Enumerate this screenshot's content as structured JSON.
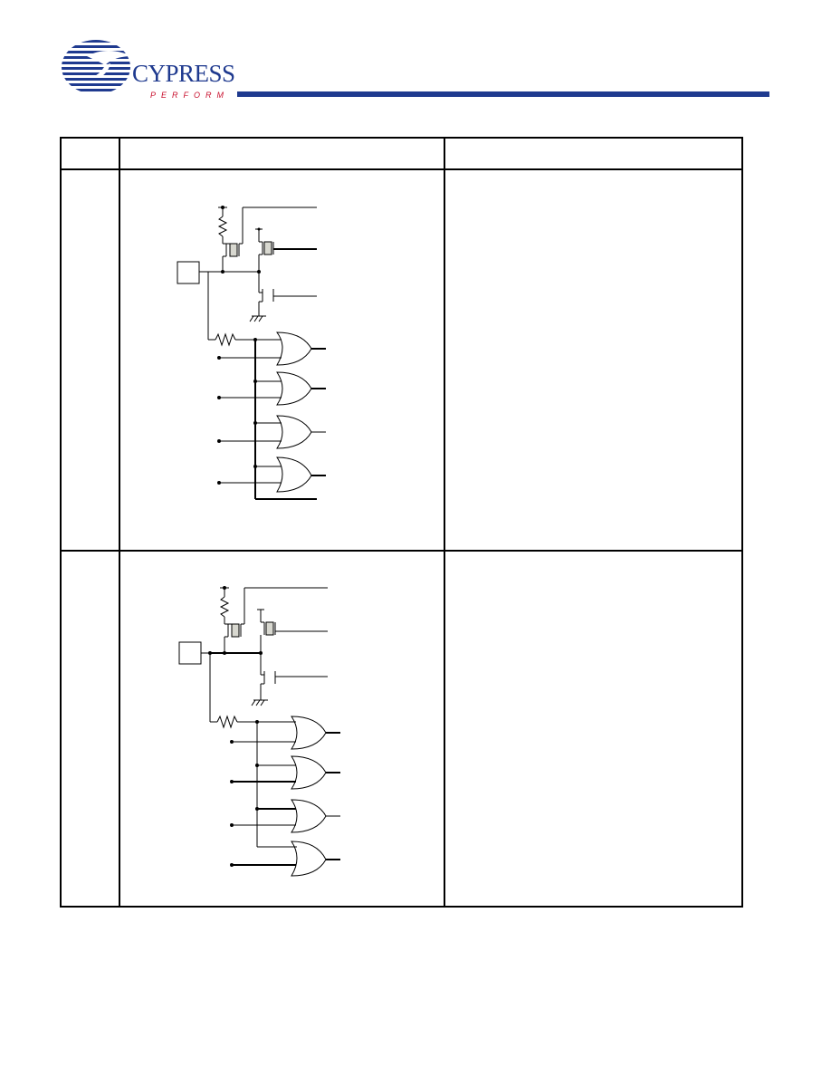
{
  "header": {
    "brand_name": "CYPRESS",
    "brand_tagline": "PERFORM",
    "brand_color": "#1f3a8f",
    "tagline_color": "#c8102e"
  },
  "table": {
    "columns": [
      "",
      "",
      ""
    ],
    "rows": [
      {
        "label": "",
        "description": ""
      },
      {
        "label": "",
        "description": ""
      }
    ]
  },
  "icons": {
    "logo": "cypress-globe-logo",
    "schematic_symbols": [
      "resistor-icon",
      "transistor-icon",
      "ground-icon",
      "or-gate-icon",
      "pin-box-icon"
    ]
  }
}
